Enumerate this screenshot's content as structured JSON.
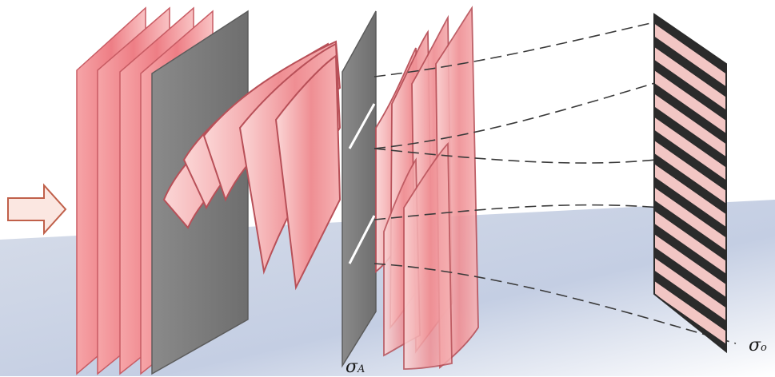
{
  "labels": {
    "slit_plane": {
      "symbol": "σ",
      "subscript": "A"
    },
    "screen_plane": {
      "symbol": "σ",
      "subscript": "o"
    }
  },
  "colors": {
    "wavefront": "#f08a8f",
    "wavefront_edge": "#b85058",
    "screen_gray": "#7d7d7d",
    "backdrop_blue": "#c9d2e6",
    "arrow": "#c0604a",
    "fringe_dark": "#2b2b2b",
    "fringe_light": "#f2c6c4"
  },
  "icons": {
    "incident_arrow": "right-arrow-icon"
  }
}
